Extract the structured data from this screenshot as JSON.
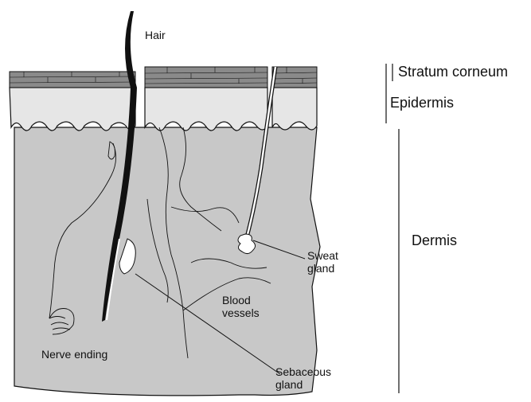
{
  "labels": {
    "hair": "Hair",
    "stratum_corneum": "Stratum corneum",
    "epidermis": "Epidermis",
    "dermis": "Dermis",
    "sweat_gland": "Sweat\ngland",
    "blood_vessels": "Blood\nvessels",
    "nerve_ending": "Nerve ending",
    "sebaceous_gland": "Sebaceous\ngland"
  },
  "colors": {
    "dermis": "#c8c8c8",
    "epidermis": "#e6e6e6",
    "stratum_corneum": "#8a8a8a",
    "ink": "#111111"
  }
}
